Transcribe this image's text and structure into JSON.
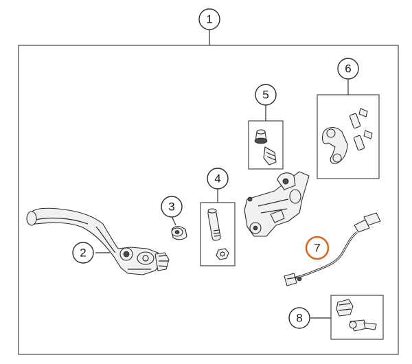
{
  "diagram": {
    "highlight_color": "#d9691f",
    "line_color": "#2b2b2b",
    "callouts": [
      {
        "id": "1",
        "label": "1"
      },
      {
        "id": "2",
        "label": "2"
      },
      {
        "id": "3",
        "label": "3"
      },
      {
        "id": "4",
        "label": "4"
      },
      {
        "id": "5",
        "label": "5"
      },
      {
        "id": "6",
        "label": "6"
      },
      {
        "id": "7",
        "label": "7",
        "highlighted": true
      },
      {
        "id": "8",
        "label": "8"
      }
    ]
  }
}
